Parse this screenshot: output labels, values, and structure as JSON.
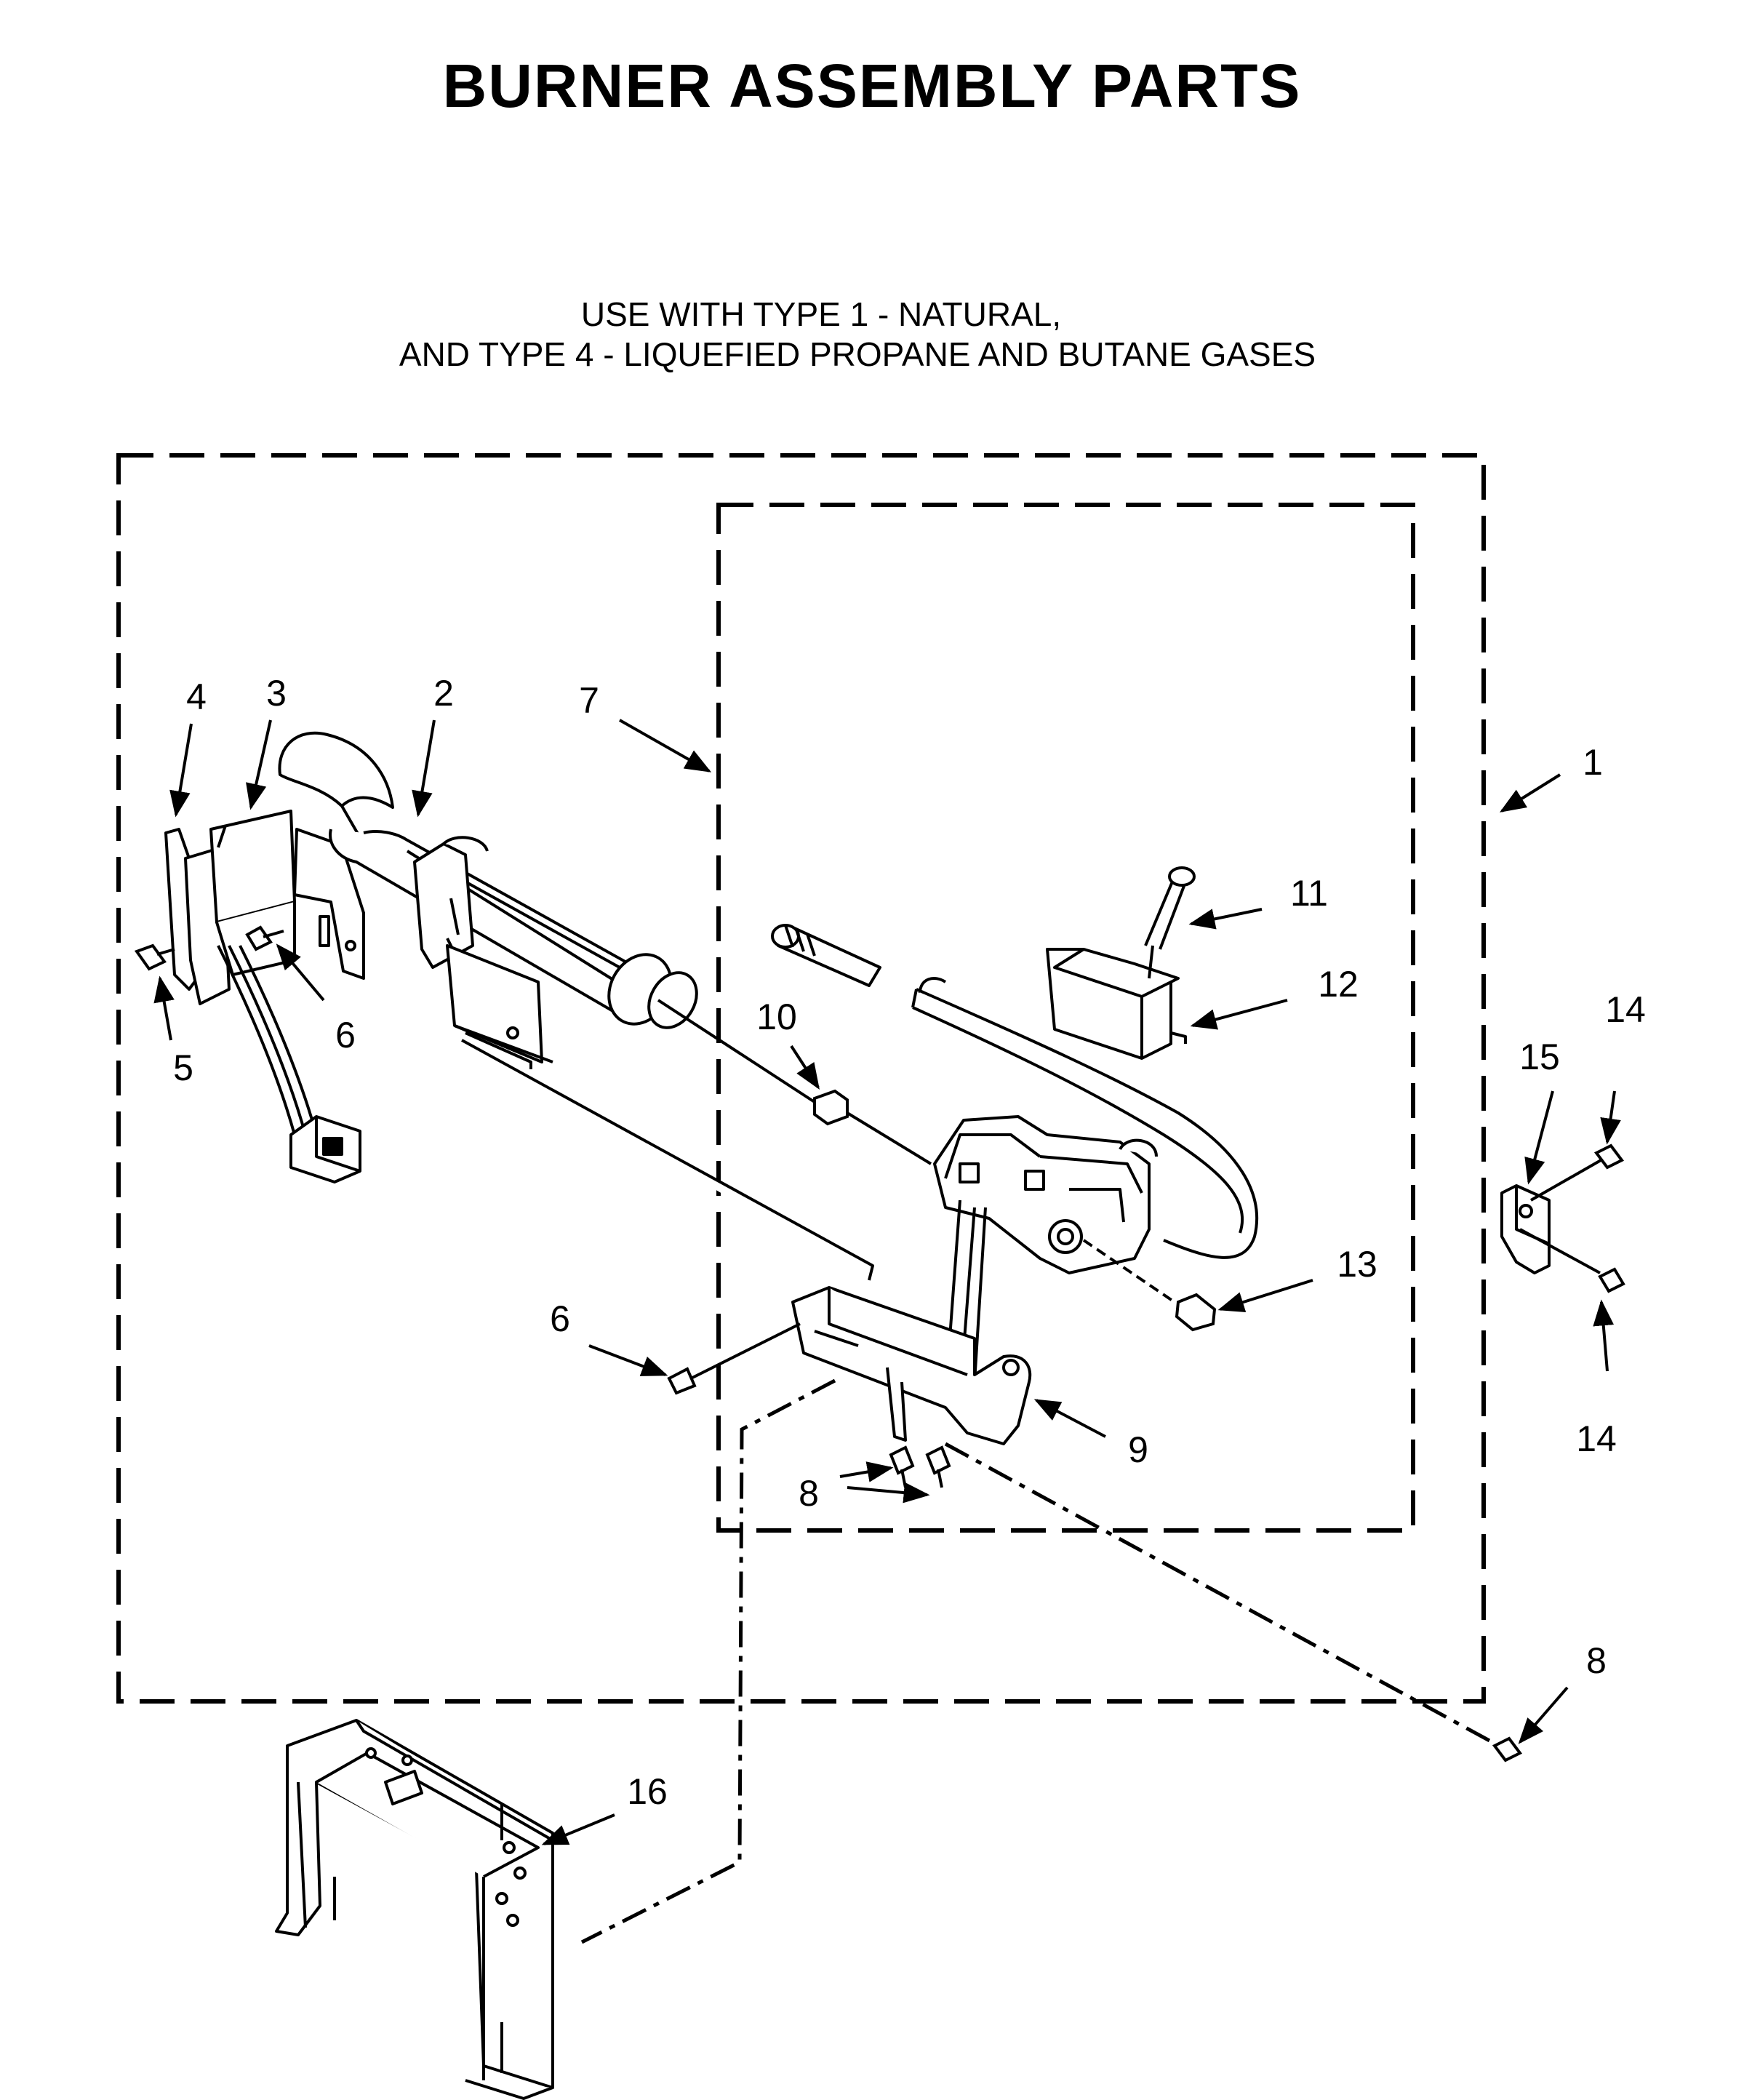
{
  "title": "BURNER ASSEMBLY PARTS",
  "subtitle_line1": "USE WITH TYPE 1 - NATURAL,",
  "subtitle_line2": "AND TYPE 4 - LIQUEFIED PROPANE AND BUTANE GASES",
  "callouts": {
    "c1": "1",
    "c2": "2",
    "c3": "3",
    "c4": "4",
    "c5": "5",
    "c6a": "6",
    "c6b": "6",
    "c7": "7",
    "c8a": "8",
    "c8b": "8",
    "c9": "9",
    "c10": "10",
    "c11": "11",
    "c12": "12",
    "c13": "13",
    "c14a": "14",
    "c14b": "14",
    "c15": "15",
    "c16": "16"
  }
}
